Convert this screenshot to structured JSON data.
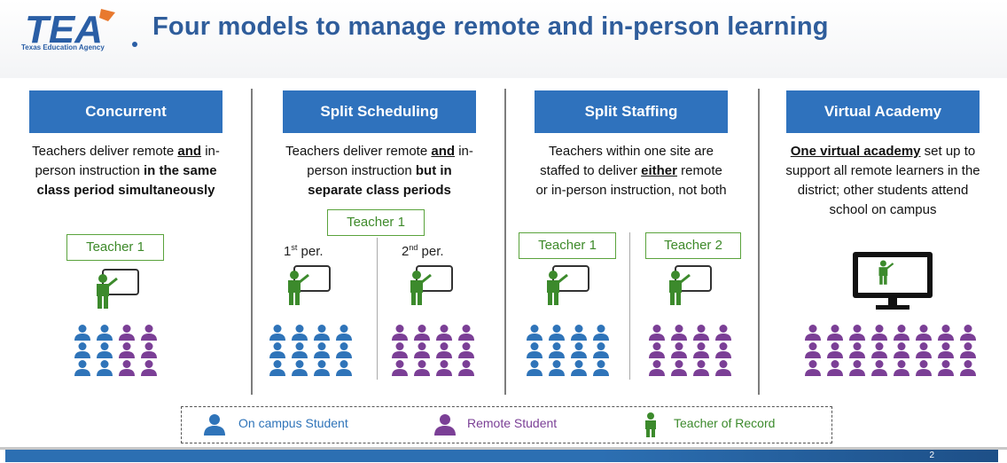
{
  "header": {
    "logo_text": "TEA",
    "logo_subtext": "Texas Education Agency",
    "title": "Four models to manage remote and in-person learning"
  },
  "models": [
    {
      "name": "Concurrent",
      "desc_parts": [
        {
          "t": "Teachers deliver remote "
        },
        {
          "t": "and",
          "b": true,
          "u": true
        },
        {
          "t": " in-person instruction "
        },
        {
          "t": "in the same class period simultaneously",
          "b": true
        }
      ],
      "teachers": [
        "Teacher 1"
      ]
    },
    {
      "name": "Split Scheduling",
      "desc_parts": [
        {
          "t": "Teachers deliver remote "
        },
        {
          "t": "and",
          "b": true,
          "u": true
        },
        {
          "t": " in-person instruction "
        },
        {
          "t": "but in separate class periods",
          "b": true
        }
      ],
      "teachers": [
        "Teacher 1"
      ],
      "periods": [
        {
          "num": "1",
          "sup": "st",
          "label": " per."
        },
        {
          "num": "2",
          "sup": "nd",
          "label": " per."
        }
      ]
    },
    {
      "name": "Split Staffing",
      "desc_parts": [
        {
          "t": "Teachers within one site are staffed to deliver "
        },
        {
          "t": "either",
          "b": true,
          "u": true
        },
        {
          "t": " remote or in-person instruction, not both"
        }
      ],
      "teachers": [
        "Teacher 1",
        "Teacher 2"
      ]
    },
    {
      "name": "Virtual Academy",
      "desc_parts": [
        {
          "t": "One virtual academy",
          "b": true,
          "u": true
        },
        {
          "t": " set up to support all remote learners in the district; other students attend school on campus"
        }
      ],
      "teachers": []
    }
  ],
  "legend": {
    "on_campus": "On campus Student",
    "remote": "Remote Student",
    "teacher": "Teacher of Record"
  },
  "page_number": "2",
  "colors": {
    "header_blue": "#2f5d9b",
    "box_blue": "#2f72bd",
    "on_campus_blue": "#2f74b9",
    "remote_purple": "#7b3f96",
    "teacher_green": "#3c8a2c",
    "logo_orange": "#e8792f"
  }
}
